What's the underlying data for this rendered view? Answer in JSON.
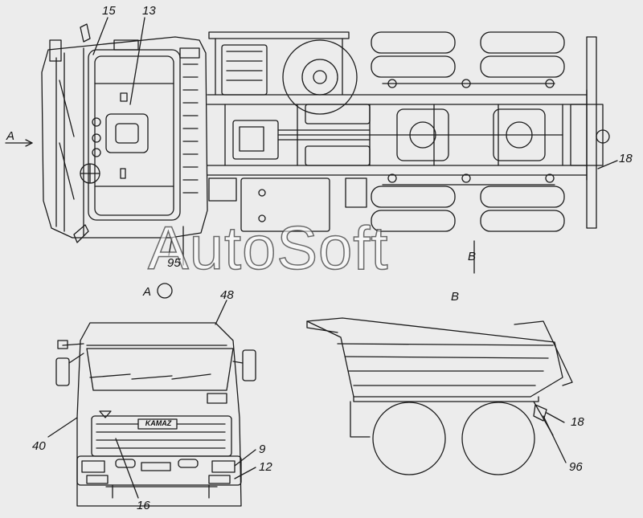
{
  "callouts": {
    "c15": "15",
    "c13": "13",
    "c18_top": "18",
    "c95": "95",
    "c48": "48",
    "c40": "40",
    "c9": "9",
    "c12": "12",
    "c16": "16",
    "c18_side": "18",
    "c96": "96"
  },
  "views": {
    "view_a_arrow": "A",
    "view_a_marker": "A",
    "view_b_marker": "B",
    "view_b_label": "B"
  },
  "grille_brand": "KAMAZ",
  "watermark": "AutoSoft",
  "colors": {
    "line": "#1a1a1a",
    "paper": "#ececec"
  }
}
